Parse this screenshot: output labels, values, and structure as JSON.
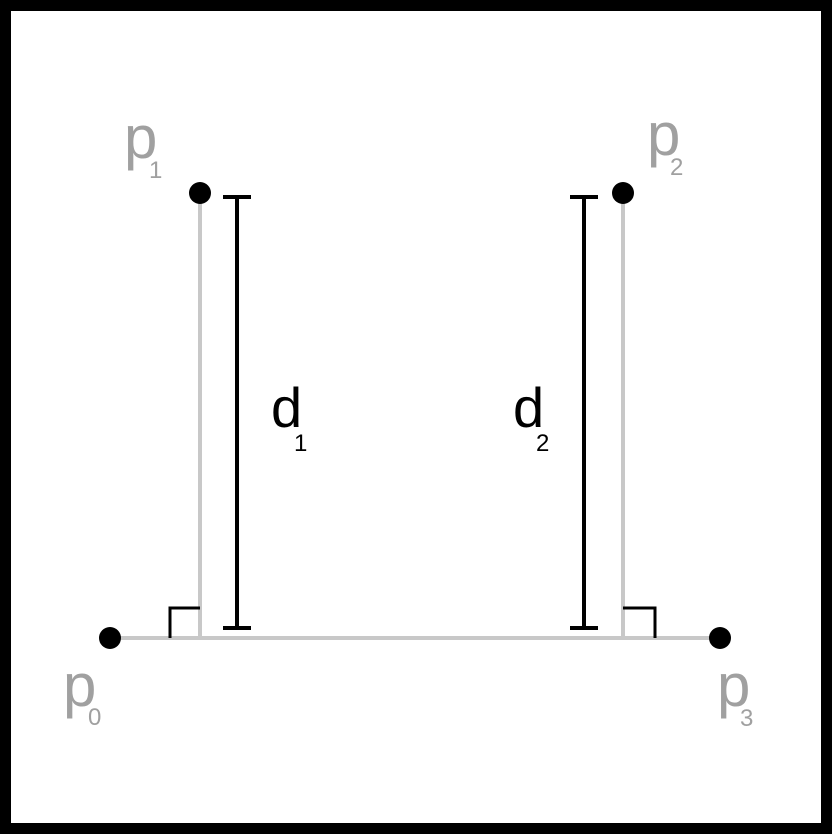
{
  "diagram": {
    "colors": {
      "frame": "#000000",
      "background": "#ffffff",
      "construction": "#c8c8c8",
      "point_labels": "#a0a0a0",
      "points": "#000000",
      "measure": "#000000"
    },
    "points": [
      {
        "id": "p0",
        "base": "p",
        "sub": "0"
      },
      {
        "id": "p1",
        "base": "p",
        "sub": "1"
      },
      {
        "id": "p2",
        "base": "p",
        "sub": "2"
      },
      {
        "id": "p3",
        "base": "p",
        "sub": "3"
      }
    ],
    "distances": [
      {
        "id": "d1",
        "base": "d",
        "sub": "1"
      },
      {
        "id": "d2",
        "base": "d",
        "sub": "2"
      }
    ]
  }
}
